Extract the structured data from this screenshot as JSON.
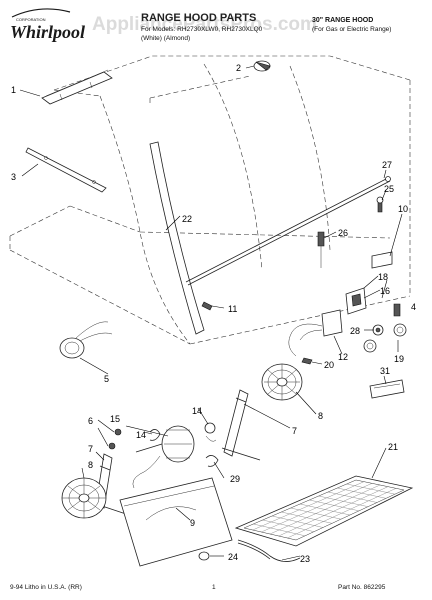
{
  "header": {
    "brand": "Whirlpool",
    "brand_tag": "CORPORATION",
    "title": "RANGE HOOD PARTS",
    "model_line": "For Models: RH2730XLW0, RH2730XLQ0",
    "color_line": "(White)        (Almond)",
    "product_type": "30\" RANGE HOOD",
    "product_note": "(For Gas or Electric Range)"
  },
  "watermark": "AppliancePartsPros.com",
  "callouts": [
    "1",
    "2",
    "3",
    "4",
    "5",
    "6",
    "7",
    "7",
    "8",
    "8",
    "9",
    "10",
    "11",
    "12",
    "14",
    "14",
    "15",
    "16",
    "18",
    "19",
    "20",
    "21",
    "22",
    "23",
    "24",
    "25",
    "26",
    "27",
    "28",
    "29",
    "31"
  ],
  "footer": {
    "litho": "9-94 Litho in U.S.A. (RR)",
    "page": "1",
    "part_no": "Part No. 862295"
  }
}
